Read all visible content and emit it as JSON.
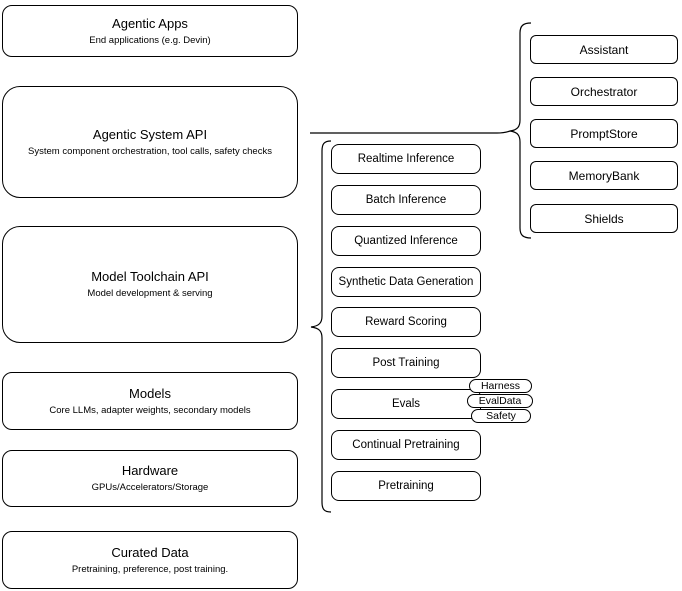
{
  "diagram": {
    "colors": {
      "background": "#ffffff",
      "stroke": "#000000",
      "text": "#000000"
    },
    "left_stack": [
      {
        "title": "Agentic Apps",
        "subtitle": "End applications (e.g. Devin)"
      },
      {
        "title": "Agentic System API",
        "subtitle": "System component orchestration, tool calls, safety checks"
      },
      {
        "title": "Model Toolchain API",
        "subtitle": "Model development & serving"
      },
      {
        "title": "Models",
        "subtitle": "Core LLMs, adapter weights, secondary models"
      },
      {
        "title": "Hardware",
        "subtitle": "GPUs/Accelerators/Storage"
      },
      {
        "title": "Curated Data",
        "subtitle": "Pretraining, preference, post training."
      }
    ],
    "toolchain_items": [
      "Realtime Inference",
      "Batch Inference",
      "Quantized Inference",
      "Synthetic Data Generation",
      "Reward Scoring",
      "Post Training",
      "Evals",
      "Continual Pretraining",
      "Pretraining"
    ],
    "evals_tags": [
      "Harness",
      "EvalData",
      "Safety"
    ],
    "system_components": [
      "Assistant",
      "Orchestrator",
      "PromptStore",
      "MemoryBank",
      "Shields"
    ]
  }
}
